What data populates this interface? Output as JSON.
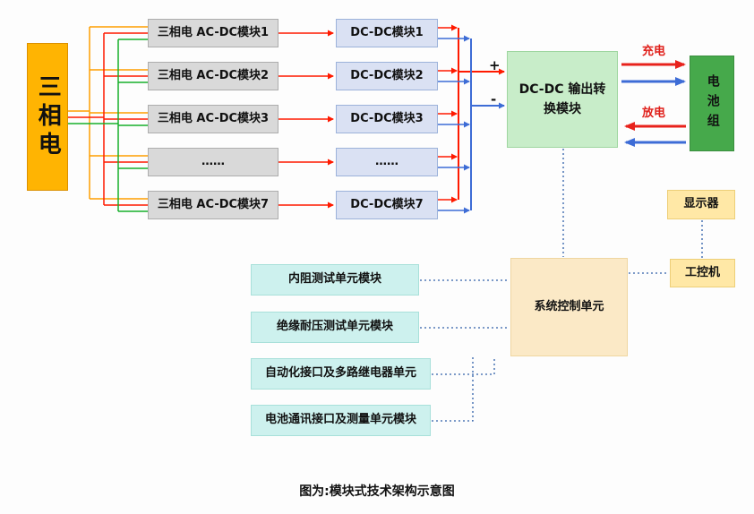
{
  "source": {
    "label": "三相电"
  },
  "acdc_modules": [
    {
      "label": "三相电 AC-DC模块1"
    },
    {
      "label": "三相电 AC-DC模块2"
    },
    {
      "label": "三相电 AC-DC模块3"
    },
    {
      "label": "……"
    },
    {
      "label": "三相电 AC-DC模块7"
    }
  ],
  "dcdc_modules": [
    {
      "label": "DC-DC模块1"
    },
    {
      "label": "DC-DC模块2"
    },
    {
      "label": "DC-DC模块3"
    },
    {
      "label": "……"
    },
    {
      "label": "DC-DC模块7"
    }
  ],
  "converter": {
    "label": "DC-DC 输出转换模块"
  },
  "battery": {
    "label": "电池组"
  },
  "terminals": {
    "plus": "+",
    "minus": "-"
  },
  "flows": {
    "charge": "充电",
    "discharge": "放电"
  },
  "display": {
    "label": "显示器"
  },
  "ipc": {
    "label": "工控机"
  },
  "control": {
    "label": "系统控制单元"
  },
  "test_modules": [
    {
      "label": "内阻测试单元模块"
    },
    {
      "label": "绝缘耐压测试单元模块"
    },
    {
      "label": "自动化接口及多路继电器单元"
    },
    {
      "label": "电池通讯接口及测量单元模块"
    }
  ],
  "caption": "图为:模块式技术架构示意图",
  "colors": {
    "phase_a_orange": "#FF9E00",
    "phase_b_red": "#FF1A00",
    "phase_c_green": "#16B02B",
    "dc_positive_red": "#FF1A00",
    "dc_negative_blue": "#3D6CD6",
    "charge_arrow_red": "#E8221C",
    "flow_arrow_blue": "#3D6CD6",
    "dashed_link_blue": "#2F5FA8",
    "source_fill": "#FFB402",
    "battery_fill": "#46A94B",
    "converter_fill": "#C8EDC9",
    "control_fill": "#FBE9C6",
    "test_fill": "#CDF1EE"
  }
}
